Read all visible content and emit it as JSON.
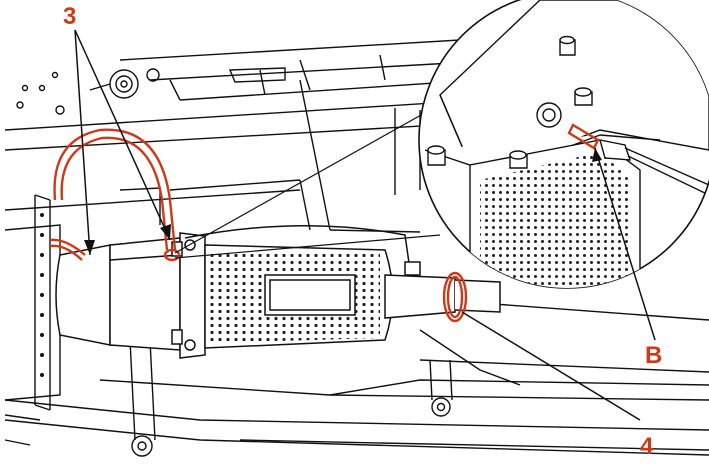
{
  "diagram": {
    "callouts": [
      {
        "id": "callout-3",
        "label": "3"
      },
      {
        "id": "callout-b",
        "label": "B"
      },
      {
        "id": "callout-4",
        "label": "4"
      }
    ]
  },
  "colors": {
    "line": "#111111",
    "highlight": "#cc3a1a",
    "label": "#cc3a1a",
    "background": "#ffffff"
  },
  "icons": [
    "exhaust-pipe",
    "catalytic-converter",
    "particulate-filter",
    "pressure-sensor",
    "hose-clamp",
    "mounting-bolt"
  ]
}
